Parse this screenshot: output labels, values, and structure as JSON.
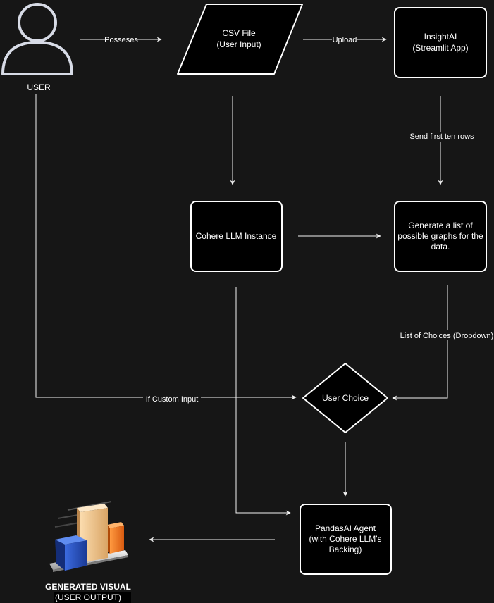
{
  "user": {
    "label": "USER"
  },
  "csv": {
    "line1": "CSV File",
    "line2": "(User Input)"
  },
  "insight": {
    "line1": "InsightAI",
    "line2": "(Streamlit App)"
  },
  "cohere": {
    "label": "Cohere LLM Instance"
  },
  "generate": {
    "line1": "Generate a list of",
    "line2": "possible graphs for the",
    "line3": "data."
  },
  "choice": {
    "label": "User Choice"
  },
  "agent": {
    "line1": "PandasAI Agent",
    "line2": "(with Cohere LLM's",
    "line3": "Backing)"
  },
  "output": {
    "line1": "GENERATED VISUAL",
    "line2": "(USER OUTPUT)"
  },
  "edges": {
    "possesses": "Posseses",
    "upload": "Upload",
    "send_rows": "Send first ten rows",
    "choices": "List of Choices (Dropdown)",
    "custom": "If  Custom Input"
  },
  "colors": {
    "background": "#161616",
    "node_fill": "#000000",
    "stroke": "#ffffff",
    "user_icon": "#d7dbe6",
    "bar_blue": "#2b57c9",
    "bar_beige": "#f0c48c",
    "bar_orange": "#f07a1e"
  },
  "icons": {
    "user": "user-icon",
    "output": "bar-chart-icon"
  }
}
